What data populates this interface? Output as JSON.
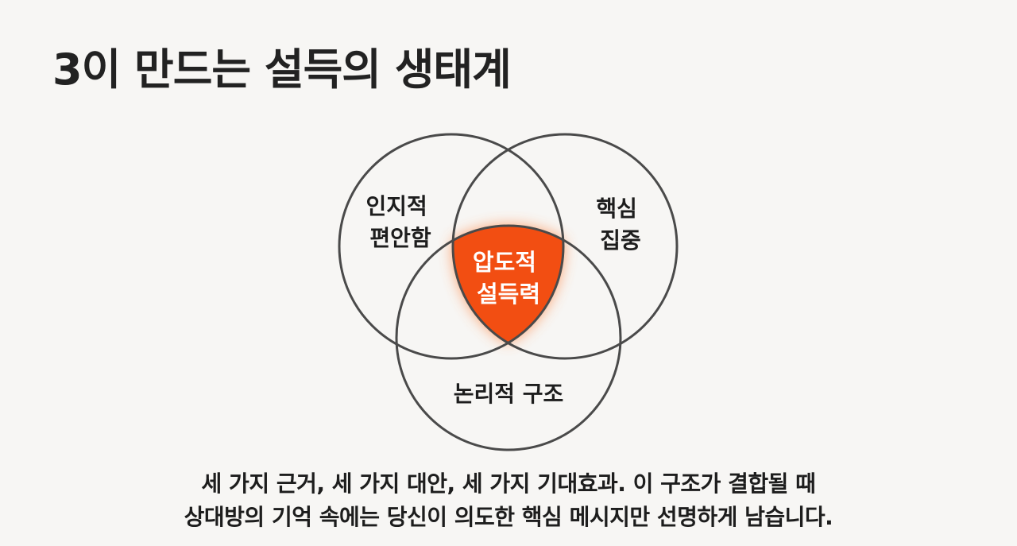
{
  "slide": {
    "title": "3이 만드는 설득의 생태계"
  },
  "venn": {
    "circles": [
      {
        "key": "cognitive",
        "lines": [
          "인지적",
          "편안함"
        ]
      },
      {
        "key": "focus",
        "lines": [
          "핵심",
          "집중"
        ]
      },
      {
        "key": "logic",
        "lines": [
          "논리적 구조"
        ]
      }
    ],
    "center": {
      "lines": [
        "압도적",
        "설득력"
      ]
    },
    "colors": {
      "circle_stroke": "#4a4a4a",
      "center_fill": "#f24e12",
      "center_glow": "#ff8a4c"
    }
  },
  "caption": {
    "line1": "세 가지 근거, 세 가지 대안, 세 가지 기대효과. 이 구조가 결합될 때",
    "line2": "상대방의 기억 속에는 당신이 의도한 핵심 메시지만 선명하게 남습니다."
  }
}
